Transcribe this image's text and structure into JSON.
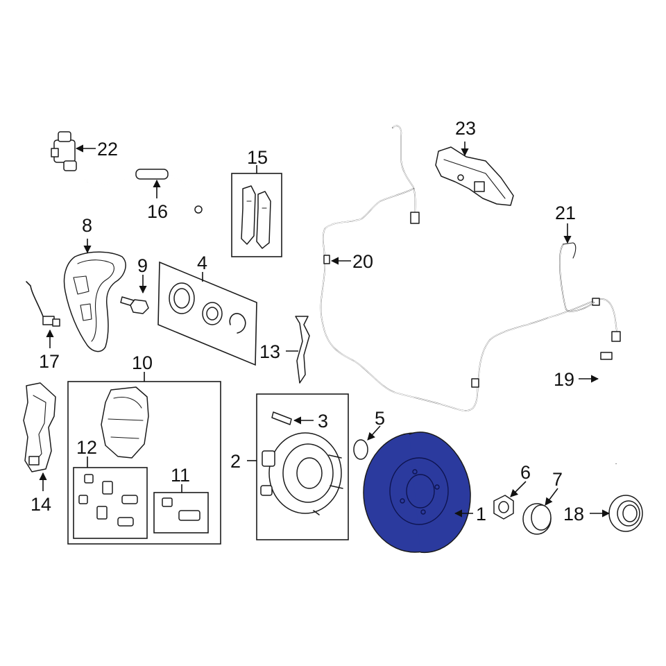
{
  "diagram": {
    "highlight_color": "#2b3a9e",
    "callouts": [
      "1",
      "2",
      "3",
      "4",
      "5",
      "6",
      "7",
      "8",
      "9",
      "10",
      "11",
      "12",
      "13",
      "14",
      "15",
      "16",
      "17",
      "18",
      "19",
      "20",
      "21",
      "22",
      "23"
    ]
  }
}
